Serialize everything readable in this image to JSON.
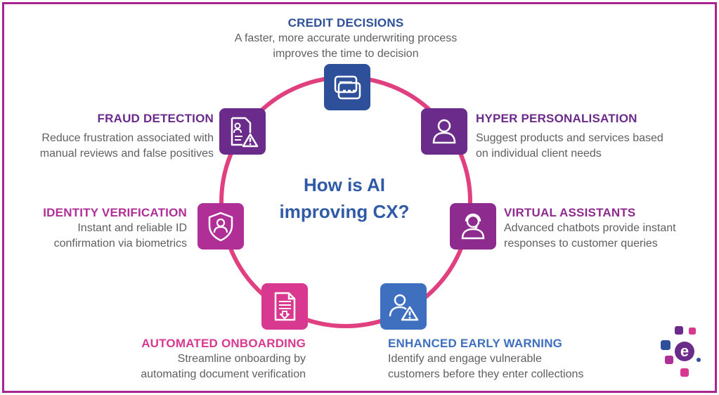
{
  "center_question": {
    "line1": "How is AI",
    "line2": "improving CX?"
  },
  "items": [
    {
      "key": "credit",
      "icon": "credit-card-icon",
      "title": "CREDIT DECISIONS",
      "line1": "A faster, more accurate underwriting process",
      "line2": "improves the time to decision",
      "title_color": "#2e4f9a",
      "tile_color": "#2e4f9a"
    },
    {
      "key": "hyper",
      "icon": "user-icon",
      "title": "HYPER PERSONALISATION",
      "line1": "Suggest products and services based",
      "line2": "on individual client needs",
      "title_color": "#6b2b8a",
      "tile_color": "#6b2b8a"
    },
    {
      "key": "virtual",
      "icon": "headset-user-icon",
      "title": "VIRTUAL ASSISTANTS",
      "line1": "Advanced chatbots provide instant",
      "line2": "responses to customer queries",
      "title_color": "#8e2b8e",
      "tile_color": "#8e2b8e"
    },
    {
      "key": "early",
      "icon": "user-warning-icon",
      "title": "ENHANCED EARLY WARNING",
      "line1": "Identify and engage vulnerable",
      "line2": "customers before they enter collections",
      "title_color": "#3f6fbf",
      "tile_color": "#3f6fbf"
    },
    {
      "key": "onboard",
      "icon": "document-download-icon",
      "title": "AUTOMATED ONBOARDING",
      "line1": "Streamline onboarding by",
      "line2": "automating document verification",
      "title_color": "#d8388f",
      "tile_color": "#d8388f"
    },
    {
      "key": "identity",
      "icon": "shield-user-icon",
      "title": "IDENTITY VERIFICATION",
      "line1": "Instant and reliable ID",
      "line2": "confirmation via biometrics",
      "title_color": "#b02f96",
      "tile_color": "#b02f96"
    },
    {
      "key": "fraud",
      "icon": "document-warning-icon",
      "title": "FRAUD DETECTION",
      "line1": "Reduce frustration associated with",
      "line2": "manual reviews and false positives",
      "title_color": "#6b2b8a",
      "tile_color": "#6b2b8a"
    }
  ],
  "colors": {
    "frame": "#a8248f",
    "ring": "#e0407f",
    "question": "#2f5aa5",
    "description": "#5f5f5f"
  },
  "logo": {
    "icon": "experian-logo-icon"
  }
}
